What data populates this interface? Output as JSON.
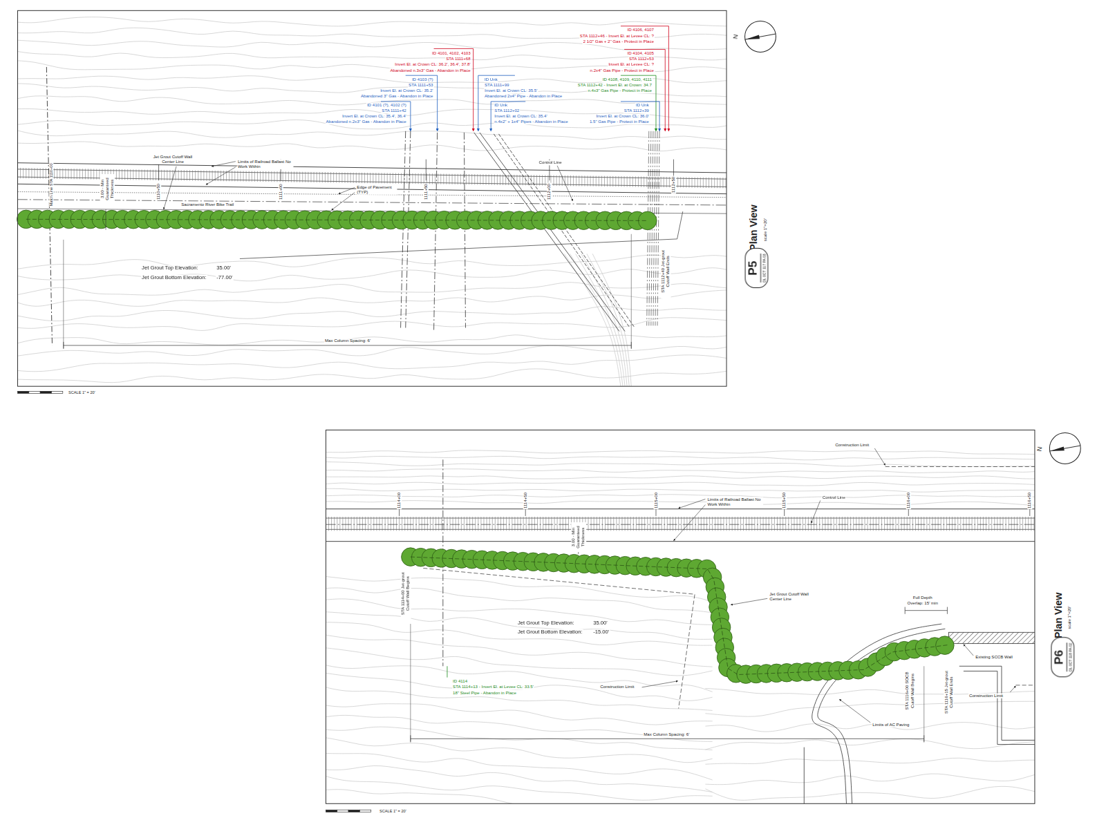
{
  "diagram": {
    "nodes": [
      {
        "text": [
          "P5",
          "DL 0CT 117 PA 03"
        ]
      },
      {
        "text": [
          "P6",
          "DL 0CT 118 PA 02"
        ]
      }
    ],
    "labels": [
      "ID 4101, 4102, 4103",
      "STA 1111+68",
      "Invert El. at Crown CL: 36.2', 36.4', 37.8'",
      "Abandoned n.3x3\" Gas - Abandon in Place",
      "ID 4106, 4107",
      "STA 1112+46 - Invert El. at Levee CL: ?",
      "2 1/2\" Gas + 2\" Gas - Protect in Place",
      "ID 4104, 4105",
      "STA 1112+53",
      "Invert El. at Levee CL: ?",
      "n.2x4\" Gas Pipe - Protect in Place",
      "ID 4108, 4109, 4110, 4111",
      "STA 1112+42 - Invert El. at Crown: 34.7",
      "n.4x3\" Gas Pipe - Protect in Place",
      "ID 4103 (?)",
      "STA 1111+53",
      "Invert El. at Crown CL: 35.2'",
      "Abandoned 3\" Gas - Abandon in Place",
      "ID 4101 (?), 4102 (?)",
      "STA 1111+42",
      "Invert El. at Crown CL: 35.4', 36.4'",
      "Abandoned n.2x3\" Gas - Abandon in Place",
      "ID Unk",
      "STA 1111+99",
      "Invert El. at Crown CL: 35.5'",
      "Abandoned 2x4\" Pipe - Abandon in Place",
      "ID Unk",
      "STA 1112+02",
      "Invert El. at Crown CL: 35.4'",
      "n.4x2\" + 1x4\" Pipes - Abandon in Place",
      "ID Unk",
      "STA 1112+39",
      "Invert El. at Crown CL: 36.0'",
      "1.5\" Gas Pipe - Protect in Place",
      "Jet Grout Cutoff Wall Center Line",
      "Limits of Railroad Ballast No Work Within",
      "Control Line",
      "Edge of Pavement (TYP)",
      "Sacramento River Bike Trail",
      "Match Line STA 1110+00",
      "3.00 - Min Guaranteed Thickness",
      "1110+50",
      "1111+00",
      "1111+50",
      "1112+00",
      "1112+50",
      "Jet Grout Top Elevation:",
      "35.00'",
      "Jet Grout Bottom Elevation:",
      "-77.00'",
      "Max Column Spacing: 6'",
      "STA 1112+40 Jet-grout Cutoff Wall Ends",
      "SCALE 1\" = 20'",
      "N",
      "Plan View",
      "scale 1\"=20'",
      "Construction Limit",
      "1114+00",
      "1114+50",
      "1115+00",
      "1115+50",
      "1116+00",
      "1116+50",
      "Limits of Railroad Ballast No Work Within",
      "Control Line",
      "3.00 - Min Guaranteed Thickness",
      "STA 1114+00 Jet-grout Cutoff Wall Begins",
      "Jet Grout Top Elevation:",
      "35.00'",
      "Jet Grout Bottom Elevation:",
      "-15.00'",
      "ID 4114",
      "STA 1114+13 - Invert El. at Levee CL: 33.5'",
      "18\" Steel Pipe - Abandon in Place",
      "Jet Grout Cutoff Wall Center Line",
      "Construction Limit",
      "Full Depth Overlap: 15' min",
      "Existing SCCB Wall",
      "STA 1116+00 SOCB Cutoff Wall Begins",
      "STA 1116+15 Jet-grout Cutoff Wall Ends",
      "Construction Limit",
      "Limits of AC Paving",
      "Max Column Spacing: 6'",
      "SCALE 1\" = 20'",
      "N",
      "Plan View",
      "scale 1\"=20'"
    ]
  }
}
